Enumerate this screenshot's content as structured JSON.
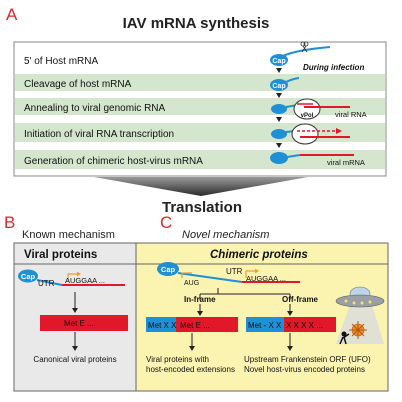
{
  "panel_a": {
    "letter": "A",
    "title": "IAV mRNA synthesis",
    "steps": [
      "5' of Host mRNA",
      "Cleavage of host mRNA",
      "Annealing to viral genomic RNA",
      "Initiation of viral RNA transcription",
      "Generation of chimeric host-virus mRNA"
    ],
    "cap_label": "Cap",
    "during_infection": "During infection",
    "vpol_label": "vPol",
    "viral_rna_label": "viral RNA",
    "viral_mrna_label": "viral mRNA"
  },
  "translation": "Translation",
  "panel_b": {
    "letter": "B",
    "heading": "Known mechanism",
    "box_title": "Viral proteins",
    "cap": "Cap",
    "utr": "UTR",
    "sequence": "AUGGAA ...",
    "protein": "Met  E ...",
    "caption": "Canonical viral proteins"
  },
  "panel_c": {
    "letter": "C",
    "heading": "Novel mechanism",
    "box_title": "Chimeric proteins",
    "cap": "Cap",
    "aug": "AUG",
    "utr": "UTR",
    "sequence": "AUGGAA ...",
    "inframe_label": "In-frame",
    "offframe_label": "Off-frame",
    "inframe_host": "Met  X  X",
    "inframe_viral": "Met  E ...",
    "offframe_host": "Met - X X",
    "offframe_viral": "X  X  X  X ...",
    "inframe_caption_1": "Viral proteins with",
    "inframe_caption_2": "host-encoded extensions",
    "ufo_caption_1": "Upstream Frankenstein ORF (UFO)",
    "ufo_caption_2": "Novel host-virus encoded proteins"
  },
  "colors": {
    "title_red": "#d62b2b",
    "green_band": "#d4e6cd",
    "blue": "#1f8fd6",
    "red": "#e0182a",
    "yellow": "#fbf3b0",
    "gray_box": "#e9e9e9"
  }
}
